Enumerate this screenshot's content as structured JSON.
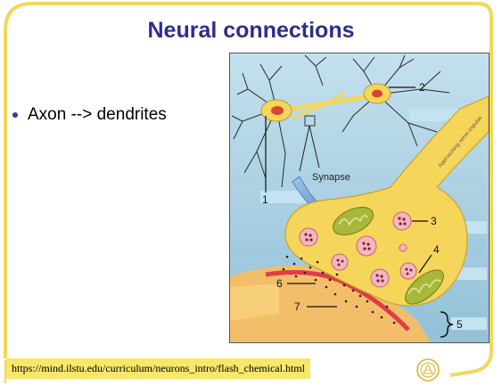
{
  "slide": {
    "title": "Neural connections",
    "bullets": [
      {
        "text": "Axon --> dendrites"
      }
    ]
  },
  "diagram": {
    "synapse_label": "Synapse",
    "impulse_label": "Approaching nerve impulse",
    "numbers": [
      "1",
      "2",
      "3",
      "4",
      "5",
      "6",
      "7"
    ]
  },
  "footer": {
    "source_url": "https://mind.ilstu.edu/curriculum/neurons_intro/flash_chemical.html"
  },
  "colors": {
    "title": "#2e2e8e",
    "frame": "#f2d75c",
    "diagram_bg": "#a9cfe2",
    "neuron_body": "#f6d65a",
    "postsynaptic": "#f2be6a",
    "membrane": "#dc3e48",
    "url_background": "#f7e76a"
  }
}
